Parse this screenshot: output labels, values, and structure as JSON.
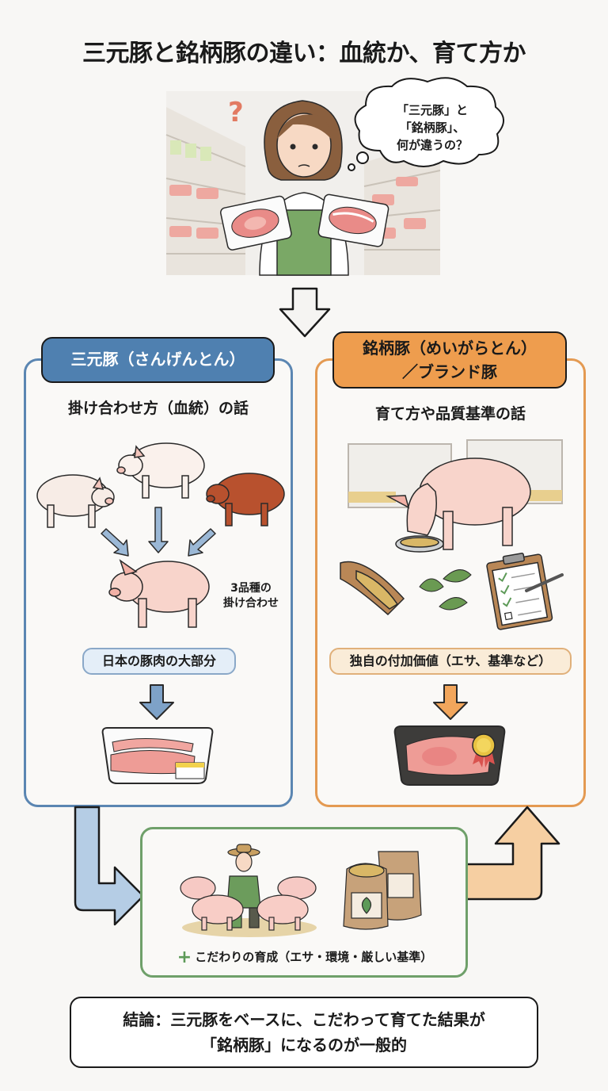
{
  "title": "三元豚と銘柄豚の違い：血統か、育て方か",
  "intro": {
    "thought_bubble": [
      "「三元豚」と",
      "「銘柄豚」、",
      "何が違うの？"
    ],
    "question_mark": "?"
  },
  "left_panel": {
    "tab_label": "三元豚（さんげんとん）",
    "subheading": "掛け合わせ方（血統）の話",
    "breed_label": [
      "3品種の",
      "掛け合わせ"
    ],
    "pill": "日本の豚肉の大部分",
    "color": "#5b86b2"
  },
  "right_panel": {
    "tab_label_line1": "銘柄豚（めいがらとん）",
    "tab_label_line2": "／ブランド豚",
    "subheading": "育て方や品質基準の話",
    "pill": "独自の付加価値（エサ、基準など）",
    "color": "#e49a52"
  },
  "process": {
    "plus_icon": "+",
    "label": "こだわりの育成（エサ・環境・厳しい基準）",
    "color": "#6fa06a"
  },
  "conclusion": {
    "line1": "結論：三元豚をベースに、こだわって育てた結果が",
    "line2": "「銘柄豚」になるのが一般的"
  }
}
